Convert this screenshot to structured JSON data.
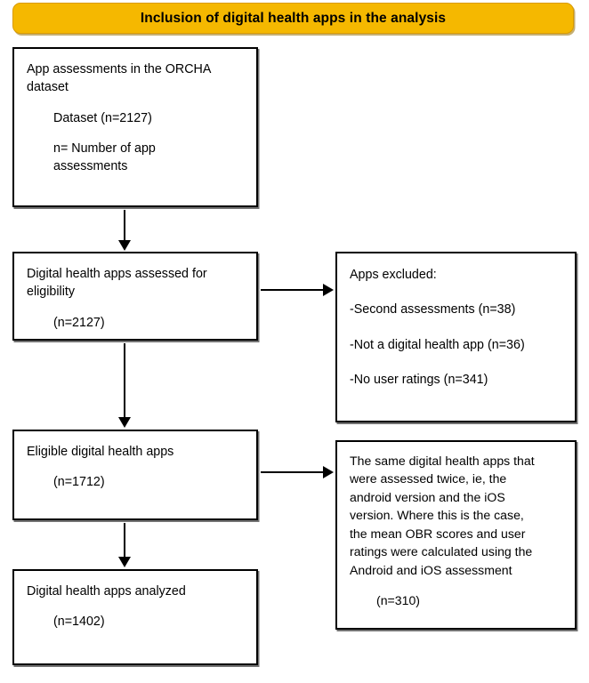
{
  "banner": {
    "title": "Inclusion of digital health apps in the analysis",
    "fill_color": "#f5b800",
    "border_color": "#d99b00",
    "text_color": "#000000"
  },
  "flow": {
    "dataset_box": {
      "line1": "App assessments in the ORCHA",
      "line2": "dataset",
      "line3": "Dataset (n=2127)",
      "line4": "n= Number of app",
      "line5": "assessments"
    },
    "eligibility_box": {
      "line1": "Digital health apps assessed for",
      "line2": "eligibility",
      "count": "(n=2127)"
    },
    "eligible_box": {
      "line1": "Eligible digital health apps",
      "count": "(n=1712)"
    },
    "analyzed_box": {
      "line1": "Digital health apps analyzed",
      "count": "(n=1402)"
    },
    "excluded_box": {
      "heading": "Apps excluded:",
      "item1": "-Second assessments (n=38)",
      "item2": "-Not a digital health app (n=36)",
      "item3": "-No user ratings (n=341)"
    },
    "duplicates_box": {
      "line1": "The same digital health apps that",
      "line2": "were assessed twice, ie, the",
      "line3": "android version and the iOS",
      "line4": "version. Where this is the case,",
      "line5": "the mean OBR scores and user",
      "line6": "ratings were calculated using the",
      "line7": "Android and iOS assessment",
      "count": "(n=310)"
    }
  },
  "connectors": {
    "arrow_down_1": "arrow-down",
    "arrow_down_2": "arrow-down",
    "arrow_down_3": "arrow-down",
    "arrow_right_1": "arrow-right",
    "arrow_right_2": "arrow-right"
  }
}
